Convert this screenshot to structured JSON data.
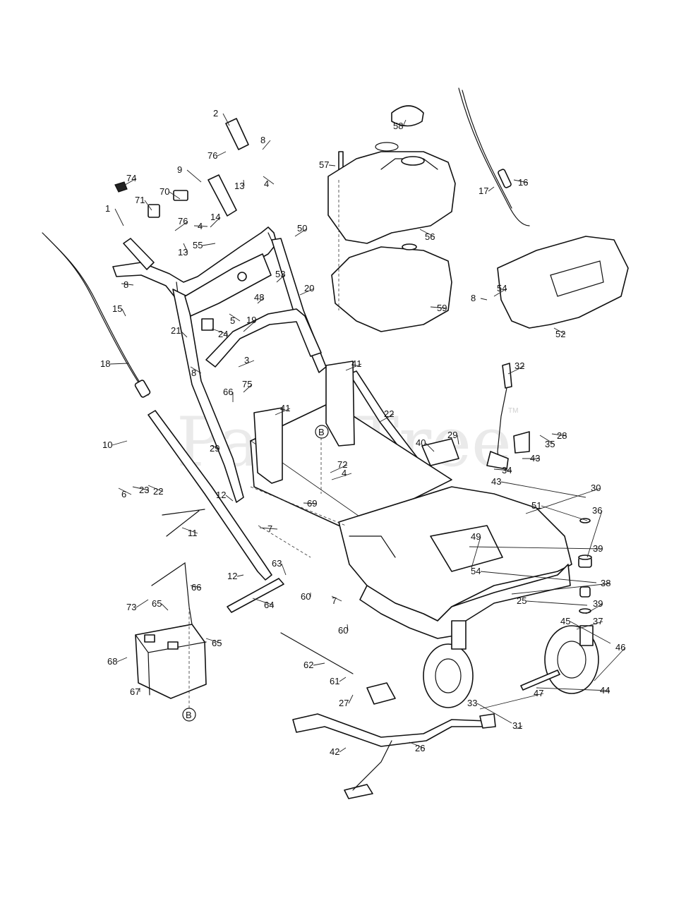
{
  "watermark": {
    "text": "PartsTree",
    "tm": "TM"
  },
  "callouts": [
    {
      "id": "2"
    },
    {
      "id": "8"
    },
    {
      "id": "76"
    },
    {
      "id": "13"
    },
    {
      "id": "4"
    },
    {
      "id": "9"
    },
    {
      "id": "74"
    },
    {
      "id": "70"
    },
    {
      "id": "71"
    },
    {
      "id": "1"
    },
    {
      "id": "76"
    },
    {
      "id": "4"
    },
    {
      "id": "14"
    },
    {
      "id": "50"
    },
    {
      "id": "13"
    },
    {
      "id": "55"
    },
    {
      "id": "48"
    },
    {
      "id": "53"
    },
    {
      "id": "20"
    },
    {
      "id": "8"
    },
    {
      "id": "15"
    },
    {
      "id": "5"
    },
    {
      "id": "21"
    },
    {
      "id": "24"
    },
    {
      "id": "19"
    },
    {
      "id": "18"
    },
    {
      "id": "8"
    },
    {
      "id": "3"
    },
    {
      "id": "41"
    },
    {
      "id": "75"
    },
    {
      "id": "66"
    },
    {
      "id": "41"
    },
    {
      "id": "22"
    },
    {
      "id": "10"
    },
    {
      "id": "29"
    },
    {
      "id": "72"
    },
    {
      "id": "4"
    },
    {
      "id": "22"
    },
    {
      "id": "6"
    },
    {
      "id": "23"
    },
    {
      "id": "12"
    },
    {
      "id": "69"
    },
    {
      "id": "7"
    },
    {
      "id": "11"
    },
    {
      "id": "12"
    },
    {
      "id": "63"
    },
    {
      "id": "60"
    },
    {
      "id": "7"
    },
    {
      "id": "64"
    },
    {
      "id": "73"
    },
    {
      "id": "65"
    },
    {
      "id": "66"
    },
    {
      "id": "65"
    },
    {
      "id": "68"
    },
    {
      "id": "67"
    },
    {
      "id": "60"
    },
    {
      "id": "62"
    },
    {
      "id": "61"
    },
    {
      "id": "27"
    },
    {
      "id": "42"
    },
    {
      "id": "26"
    },
    {
      "id": "58"
    },
    {
      "id": "57"
    },
    {
      "id": "56"
    },
    {
      "id": "59"
    },
    {
      "id": "17"
    },
    {
      "id": "16"
    },
    {
      "id": "54"
    },
    {
      "id": "8"
    },
    {
      "id": "52"
    },
    {
      "id": "32"
    },
    {
      "id": "29"
    },
    {
      "id": "40"
    },
    {
      "id": "28"
    },
    {
      "id": "35"
    },
    {
      "id": "43"
    },
    {
      "id": "34"
    },
    {
      "id": "43"
    },
    {
      "id": "30"
    },
    {
      "id": "51"
    },
    {
      "id": "36"
    },
    {
      "id": "39"
    },
    {
      "id": "49"
    },
    {
      "id": "54"
    },
    {
      "id": "38"
    },
    {
      "id": "25"
    },
    {
      "id": "39"
    },
    {
      "id": "37"
    },
    {
      "id": "45"
    },
    {
      "id": "46"
    },
    {
      "id": "44"
    },
    {
      "id": "47"
    },
    {
      "id": "33"
    },
    {
      "id": "31"
    }
  ],
  "ref_markers": [
    {
      "label": "B"
    },
    {
      "label": "B"
    }
  ]
}
